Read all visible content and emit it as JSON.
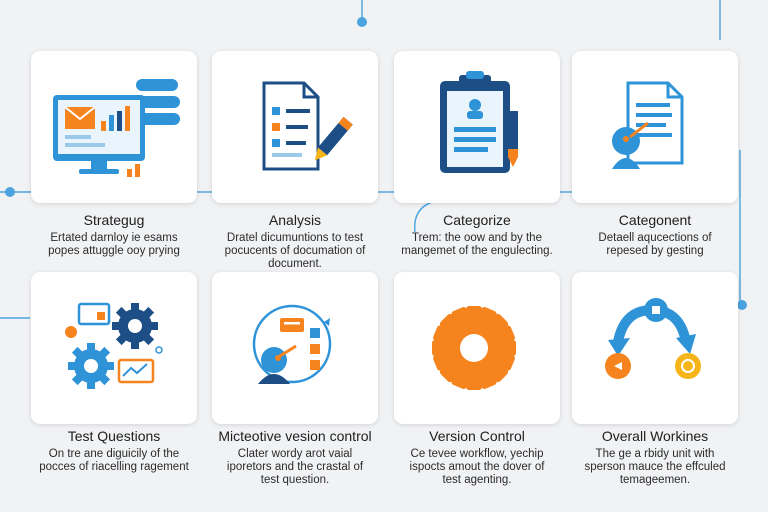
{
  "cards": [
    {
      "title": "Strategug",
      "desc": [
        "Ertated darnloy ie esams",
        "popes attuggle ooy prying"
      ],
      "icon": "monitor-chart-icon"
    },
    {
      "title": "Analysis",
      "desc": [
        "Dratel dicumuntions to test",
        "pocucents of documation of",
        "document."
      ],
      "icon": "document-pen-icon"
    },
    {
      "title": "Categorize",
      "desc": [
        "Trem: the oow and by the",
        "mangemet of the engulecting."
      ],
      "icon": "clipboard-icon"
    },
    {
      "title": "Categonent",
      "desc": [
        "Detaell aqucections of",
        "repesed by gesting"
      ],
      "icon": "document-user-icon"
    },
    {
      "title": "Test Questions",
      "desc": [
        "On tre ane diguicily of the",
        "pocces of riacelling ragement"
      ],
      "icon": "gears-chat-icon"
    },
    {
      "title": "Micteotive vesion control",
      "desc": [
        "Clater wordy arot vaial",
        "iporetors and the crastal of",
        "test question."
      ],
      "icon": "workflow-person-icon"
    },
    {
      "title": "Version Control",
      "desc": [
        "Ce tevee workflow, yechip",
        "ispocts amout the dover of",
        "test agenting."
      ],
      "icon": "gear-icon"
    },
    {
      "title": "Overall Workines",
      "desc": [
        "The ge a rbidy unit with",
        "sperson mauce the effculed",
        "temageemen."
      ],
      "icon": "cycle-arrows-icon"
    }
  ],
  "colors": {
    "blue": "#2f93d8",
    "navy": "#1d4f86",
    "orange": "#f5841f",
    "yellow": "#f6b418",
    "line": "#4aa3df"
  }
}
